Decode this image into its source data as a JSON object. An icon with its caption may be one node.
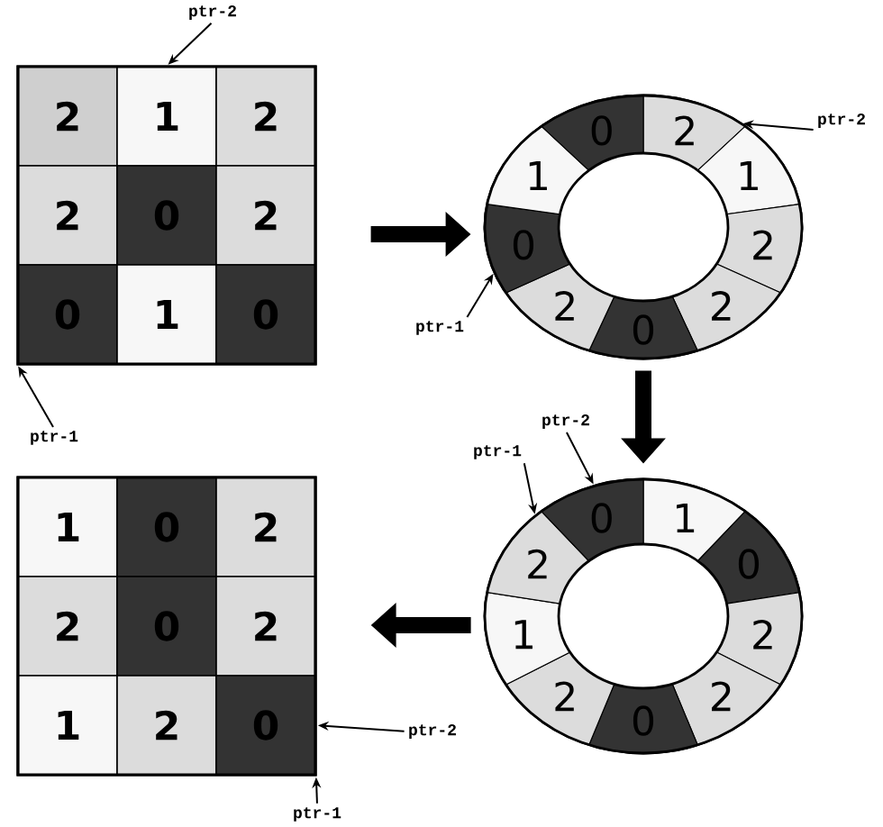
{
  "diagram": {
    "nodes": [
      {
        "text": [],
        "shape": "box"
      },
      {
        "text": [
          "2"
        ],
        "in": 0
      },
      {
        "text": [
          "1"
        ],
        "in": 0
      },
      {
        "text": [
          "2"
        ],
        "in": 0
      },
      {
        "text": [
          "2"
        ],
        "in": 0
      },
      {
        "text": [
          "0"
        ],
        "in": 0
      },
      {
        "text": [
          "2"
        ],
        "in": 0
      },
      {
        "text": [
          "0"
        ],
        "in": 0
      },
      {
        "text": [
          "1"
        ],
        "in": 0
      },
      {
        "text": [
          "0"
        ],
        "in": 0
      },
      {
        "text": [],
        "shape": "circle"
      },
      {
        "text": [
          "2"
        ],
        "in": 10
      },
      {
        "text": [
          "1"
        ],
        "in": 10
      },
      {
        "text": [
          "2"
        ],
        "in": 10
      },
      {
        "text": [
          "2"
        ],
        "in": 10
      },
      {
        "text": [
          "0"
        ],
        "in": 10
      },
      {
        "text": [
          "2"
        ],
        "in": 10
      },
      {
        "text": [
          "0"
        ],
        "in": 10
      },
      {
        "text": [
          "1"
        ],
        "in": 10
      },
      {
        "text": [
          "0"
        ],
        "in": 10
      },
      {
        "text": [],
        "shape": "circle"
      },
      {
        "text": [
          "1"
        ],
        "in": 20
      },
      {
        "text": [
          "0"
        ],
        "in": 20
      },
      {
        "text": [
          "2"
        ],
        "in": 20
      },
      {
        "text": [
          "2"
        ],
        "in": 20
      },
      {
        "text": [
          "0"
        ],
        "in": 20
      },
      {
        "text": [
          "2"
        ],
        "in": 20
      },
      {
        "text": [
          "1"
        ],
        "in": 20
      },
      {
        "text": [
          "2"
        ],
        "in": 20
      },
      {
        "text": [
          "0"
        ],
        "in": 20
      },
      {
        "text": [],
        "shape": "box"
      },
      {
        "text": [
          "1"
        ],
        "in": 30
      },
      {
        "text": [
          "0"
        ],
        "in": 30
      },
      {
        "text": [
          "2"
        ],
        "in": 30
      },
      {
        "text": [
          "2"
        ],
        "in": 30
      },
      {
        "text": [
          "0"
        ],
        "in": 30
      },
      {
        "text": [
          "2"
        ],
        "in": 30
      },
      {
        "text": [
          "1"
        ],
        "in": 30
      },
      {
        "text": [
          "2"
        ],
        "in": 30
      },
      {
        "text": [
          "0"
        ],
        "in": 30
      },
      {
        "text": [
          "ptr-2"
        ]
      },
      {
        "text": [
          "ptr-2"
        ]
      },
      {
        "text": [
          "ptr-1"
        ]
      },
      {
        "text": [
          "ptr-1"
        ]
      },
      {
        "text": [
          "ptr-2"
        ]
      },
      {
        "text": [
          "ptr-1"
        ]
      },
      {
        "text": [
          "ptr-2"
        ]
      },
      {
        "text": [
          "ptr-1"
        ]
      }
    ],
    "edges": [
      {
        "from": 0,
        "to": 10,
        "arrow": "to",
        "style": "thick"
      },
      {
        "from": 10,
        "to": 20,
        "arrow": "to",
        "style": "thick"
      },
      {
        "from": 20,
        "to": 30,
        "arrow": "to",
        "style": "thick"
      },
      {
        "from": 40,
        "to": 2,
        "arrow": "to"
      },
      {
        "from": 41,
        "to": 12,
        "arrow": "to"
      },
      {
        "from": 42,
        "to": 17,
        "arrow": "to"
      },
      {
        "from": 43,
        "to": 7,
        "arrow": "to"
      },
      {
        "from": 44,
        "to": 29,
        "arrow": "to"
      },
      {
        "from": 45,
        "to": 29,
        "arrow": "to"
      },
      {
        "from": 46,
        "to": 39,
        "arrow": "to"
      },
      {
        "from": 47,
        "to": 39,
        "arrow": "to"
      }
    ]
  }
}
